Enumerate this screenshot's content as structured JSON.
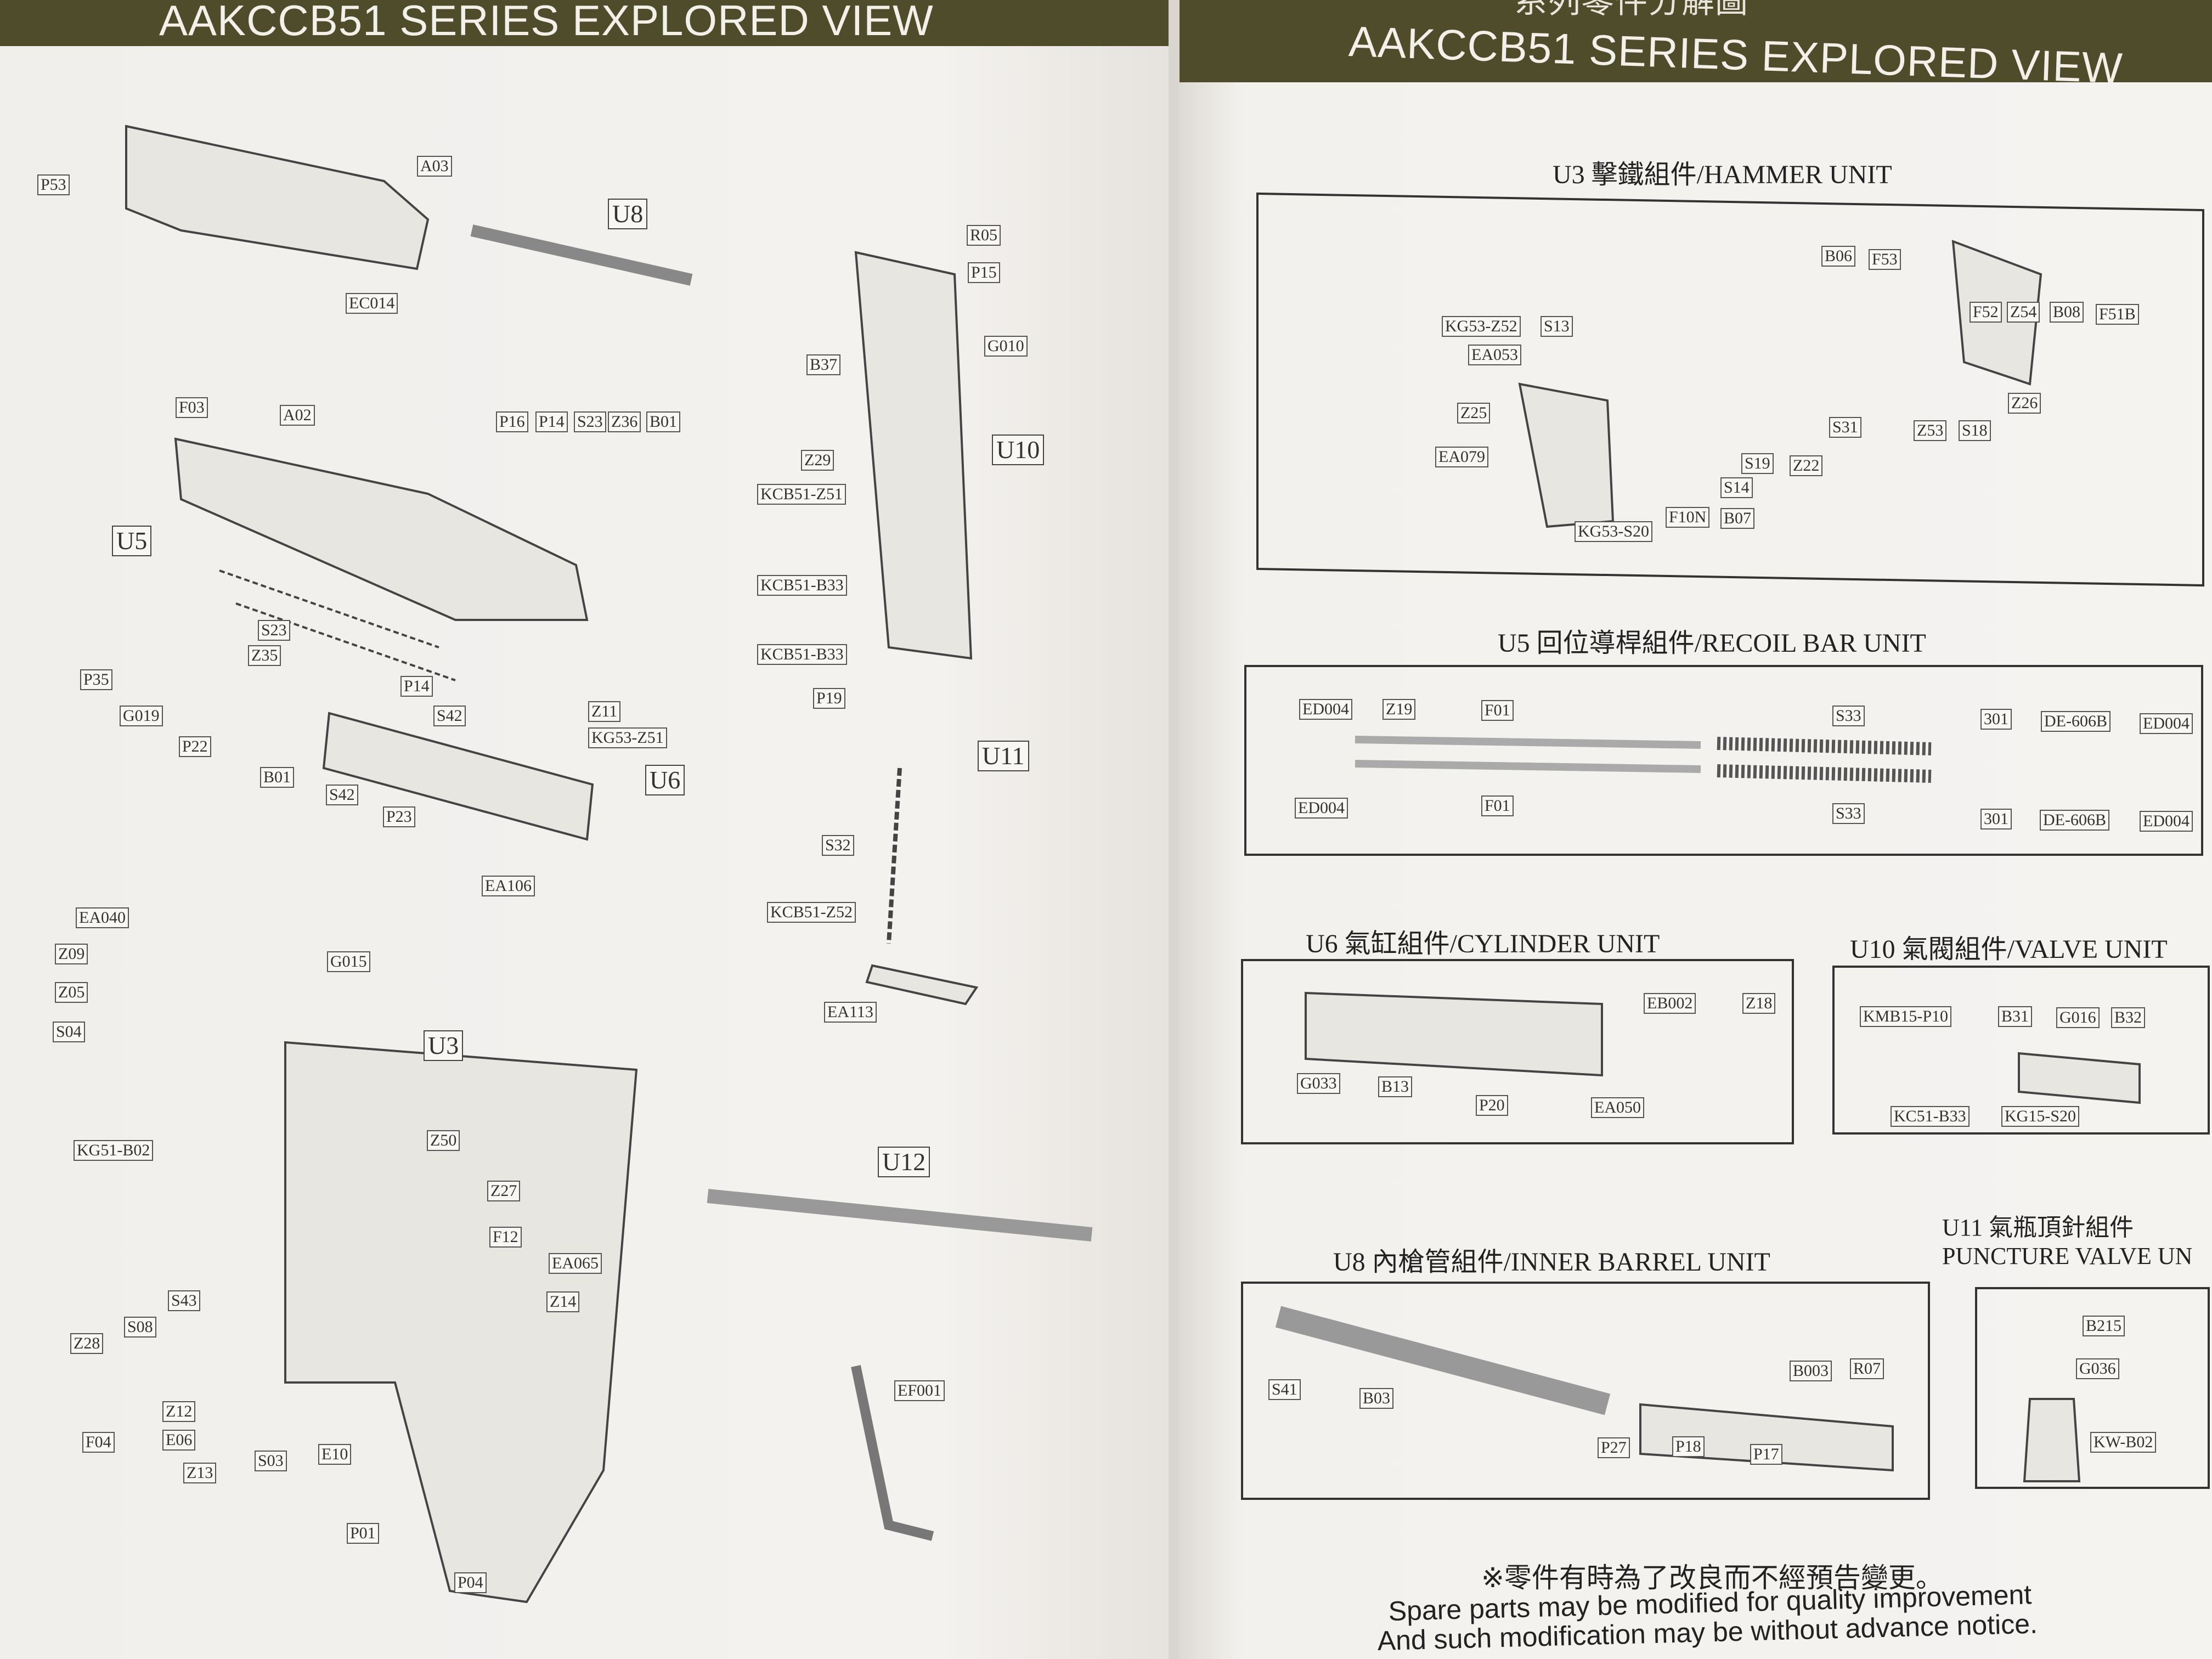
{
  "left_page": {
    "title": "AAKCCB51 SERIES EXPLORED VIEW",
    "part_labels": [
      "P53",
      "A03",
      "EC014",
      "F03",
      "A02",
      "P16",
      "P14",
      "S23",
      "Z36",
      "B01",
      "P35",
      "Z35",
      "S23",
      "P14",
      "G019",
      "P22",
      "B01",
      "S42",
      "Z11",
      "KG53-Z51",
      "S42",
      "P23",
      "EA106",
      "EA040",
      "Z09",
      "G015",
      "Z05",
      "S04",
      "KG51-B02",
      "Z50",
      "Z27",
      "F12",
      "EA065",
      "Z14",
      "S43",
      "S08",
      "Z28",
      "Z12",
      "E06",
      "F04",
      "Z13",
      "S03",
      "E10",
      "P01",
      "P04",
      "R05",
      "P15",
      "B37",
      "G010",
      "Z29",
      "KCB51-Z51",
      "KCB51-B33",
      "KCB51-B33",
      "P19",
      "S32",
      "KCB51-Z52",
      "EA113",
      "EF001"
    ],
    "unit_labels": [
      "U8",
      "U5",
      "U6",
      "U3",
      "U10",
      "U11",
      "U12"
    ]
  },
  "right_page": {
    "title": "AAKCCB51 SERIES EXPLORED VIEW",
    "cjk_title": "系列零件分解圖",
    "sections": [
      {
        "title": "U3 擊鐵組件/HAMMER UNIT",
        "parts": [
          "B06",
          "F53",
          "F52",
          "Z54",
          "B08",
          "F51B",
          "KG53-Z52",
          "S13",
          "EA053",
          "Z25",
          "EA079",
          "S31",
          "Z53",
          "S18",
          "Z26",
          "S19",
          "Z22",
          "S14",
          "F10N",
          "B07",
          "KG53-S20"
        ]
      },
      {
        "title": "U5 回位導桿組件/RECOIL BAR UNIT",
        "parts": [
          "ED004",
          "Z19",
          "F01",
          "S33",
          "301",
          "DE-606B",
          "ED004",
          "ED004",
          "F01",
          "S33",
          "301",
          "DE-606B",
          "ED004"
        ]
      },
      {
        "title": "U6 氣缸組件/CYLINDER UNIT",
        "parts": [
          "EB002",
          "Z18",
          "G033",
          "B13",
          "P20",
          "EA050"
        ]
      },
      {
        "title": "U10 氣閥組件/VALVE UNIT",
        "parts": [
          "KMB15-P10",
          "B31",
          "G016",
          "B32",
          "KC51-B33",
          "KG15-S20"
        ]
      },
      {
        "title": "U8 內槍管組件/INNER BARREL UNIT",
        "parts": [
          "S41",
          "B03",
          "B003",
          "R07",
          "P27",
          "P18",
          "P17"
        ]
      },
      {
        "title": "U11 氣瓶頂針組件 PUNCTURE VALVE UN",
        "parts": [
          "B215",
          "G036",
          "KW-B02"
        ]
      }
    ],
    "note_cjk": "※零件有時為了改良而不經預告變更。",
    "note_en_1": "Spare parts may be modified for quality improvement",
    "note_en_2": "And such modification may be without advance notice."
  }
}
